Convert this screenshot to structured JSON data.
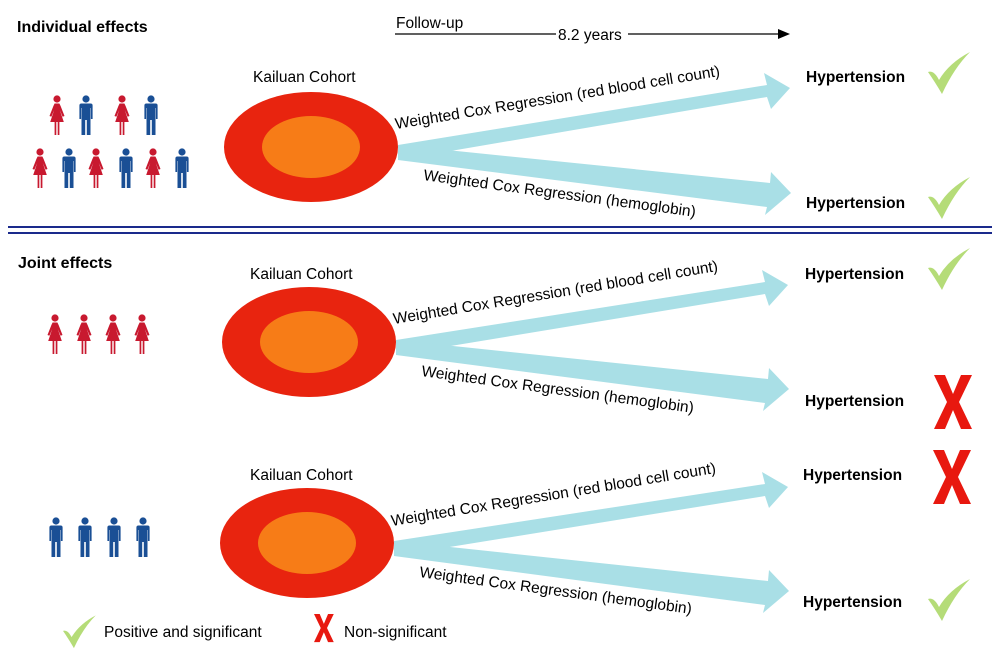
{
  "sections": [
    {
      "title": "Individual effects",
      "cohort": "Kailuan Cohort",
      "group": "mixed",
      "rbc_label": "Weighted Cox Regression (red blood cell count)",
      "hb_label": "Weighted Cox Regression (hemoglobin)",
      "outcome_rbc": "Hypertension",
      "outcome_hb": "Hypertension",
      "result_rbc": "positive",
      "result_hb": "positive"
    },
    {
      "title": "Joint effects",
      "cohort": "Kailuan Cohort",
      "group": "female",
      "rbc_label": "Weighted Cox Regression (red blood cell count)",
      "hb_label": "Weighted Cox Regression (hemoglobin)",
      "outcome_rbc": "Hypertension",
      "outcome_hb": "Hypertension",
      "result_rbc": "positive",
      "result_hb": "non-significant"
    },
    {
      "title": "",
      "cohort": "Kailuan Cohort",
      "group": "male",
      "rbc_label": "Weighted Cox Regression (red blood cell count)",
      "hb_label": "Weighted Cox Regression (hemoglobin)",
      "outcome_rbc": "Hypertension",
      "outcome_hb": "Hypertension",
      "result_rbc": "non-significant",
      "result_hb": "positive"
    }
  ],
  "followup": {
    "label": "Follow-up",
    "duration": "8.2 years"
  },
  "legend": {
    "positive": "Positive and significant",
    "nonsig": "Non-significant"
  },
  "colors": {
    "cohort_outer": "#e8240f",
    "cohort_inner": "#f77c17",
    "arrow": "#a9dfe6",
    "female": "#c8192f",
    "male": "#1a4f95",
    "check": "#b5dc78",
    "cross": "#e8180f",
    "divider": "#1a2a8c"
  },
  "icons": {
    "female": "female-person-icon",
    "male": "male-person-icon",
    "check": "check-icon",
    "cross": "cross-icon"
  }
}
